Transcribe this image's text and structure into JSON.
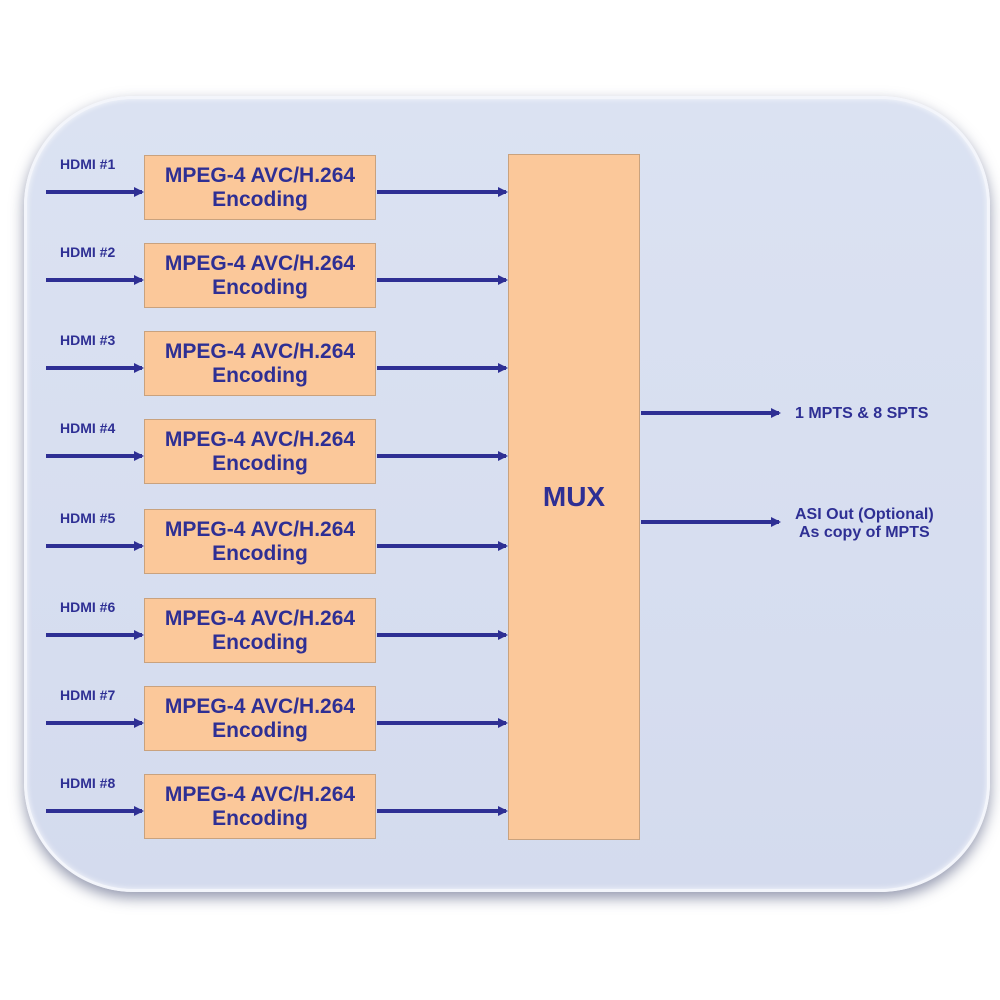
{
  "inputs": [
    {
      "label": "HDMI #1",
      "encoder_line1": "MPEG-4 AVC/H.264",
      "encoder_line2": "Encoding"
    },
    {
      "label": "HDMI #2",
      "encoder_line1": "MPEG-4 AVC/H.264",
      "encoder_line2": "Encoding"
    },
    {
      "label": "HDMI #3",
      "encoder_line1": "MPEG-4 AVC/H.264",
      "encoder_line2": "Encoding"
    },
    {
      "label": "HDMI #4",
      "encoder_line1": "MPEG-4 AVC/H.264",
      "encoder_line2": "Encoding"
    },
    {
      "label": "HDMI #5",
      "encoder_line1": "MPEG-4 AVC/H.264",
      "encoder_line2": "Encoding"
    },
    {
      "label": "HDMI #6",
      "encoder_line1": "MPEG-4 AVC/H.264",
      "encoder_line2": "Encoding"
    },
    {
      "label": "HDMI #7",
      "encoder_line1": "MPEG-4 AVC/H.264",
      "encoder_line2": "Encoding"
    },
    {
      "label": "HDMI #8",
      "encoder_line1": "MPEG-4 AVC/H.264",
      "encoder_line2": "Encoding"
    }
  ],
  "mux": {
    "label": "MUX"
  },
  "outputs": [
    {
      "line1": "1 MPTS & 8 SPTS",
      "line2": ""
    },
    {
      "line1": "ASI Out (Optional)",
      "line2": "As copy of MPTS"
    }
  ],
  "colors": {
    "panel": "#d8dff0",
    "box_fill": "#fbc89a",
    "text": "#2e2f94",
    "arrow": "#2e2f94"
  }
}
